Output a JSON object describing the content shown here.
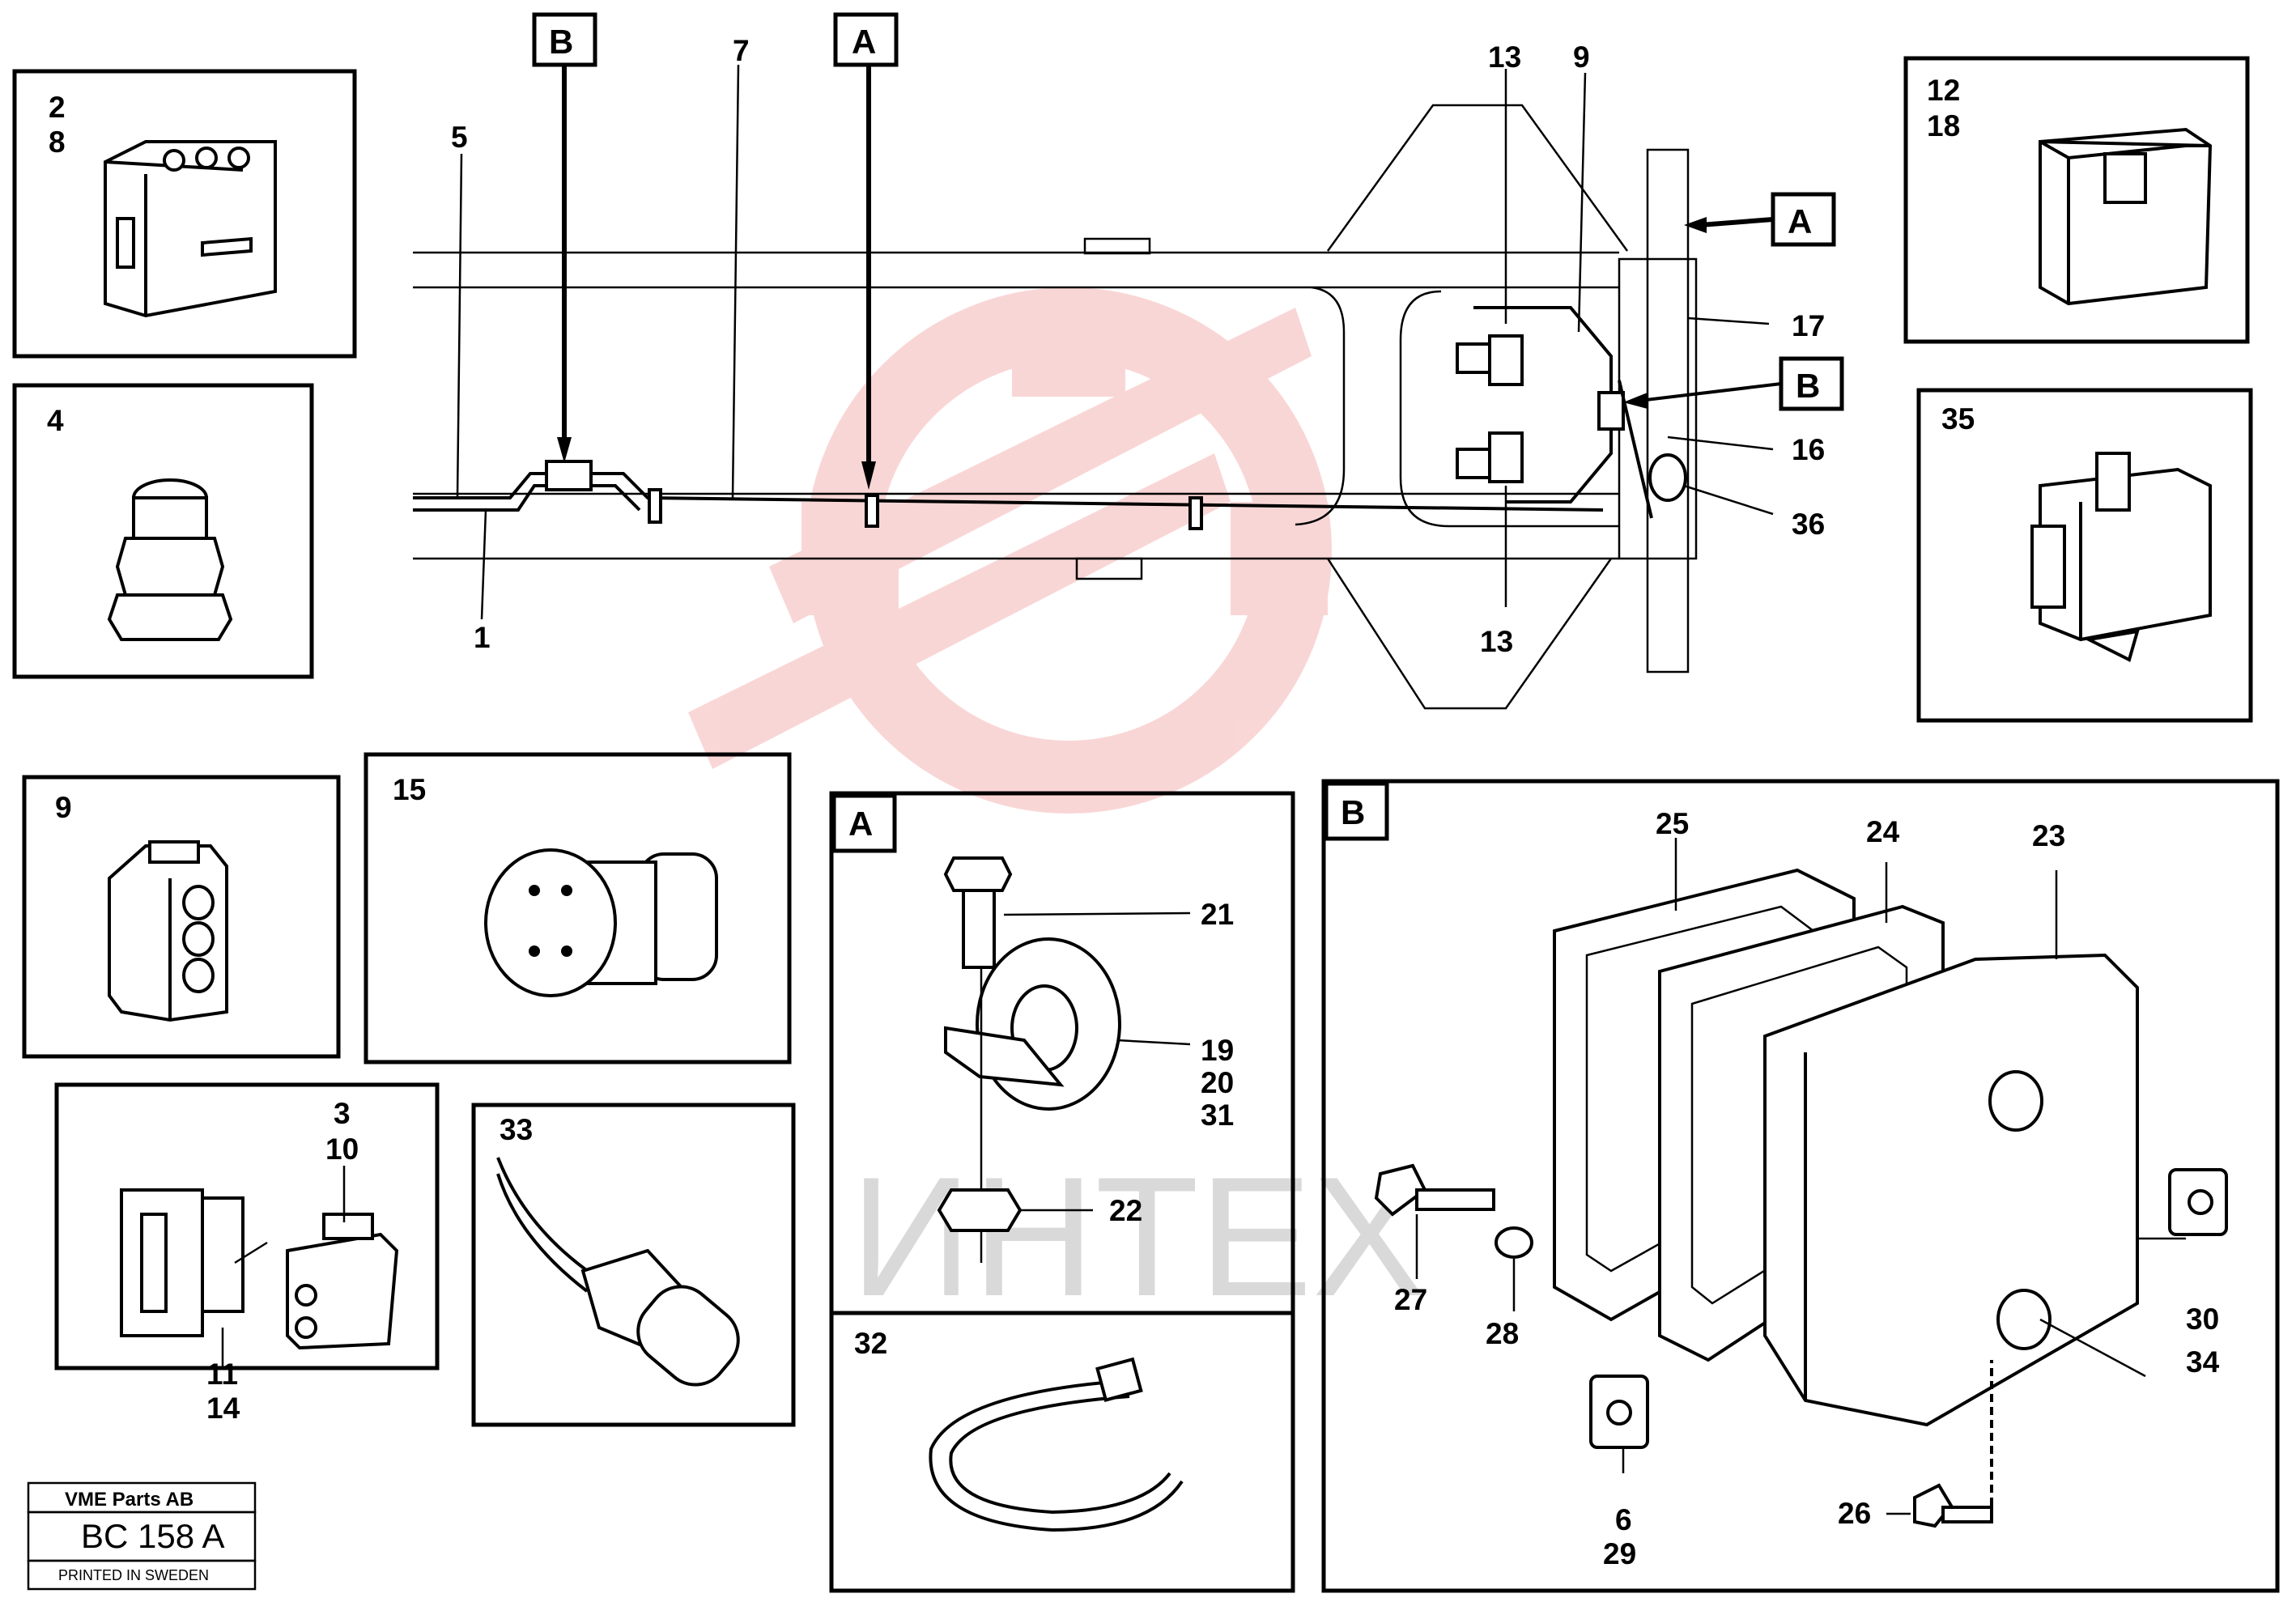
{
  "watermark": {
    "text": "ИНТЕХ",
    "color": "#f08c8c"
  },
  "callouts": {
    "c1": "1",
    "c5": "5",
    "c7": "7",
    "c13a": "13",
    "c13b": "13",
    "c9": "9",
    "c17": "17",
    "c16": "16",
    "c36": "36",
    "refA_top": "A",
    "refB_top": "B",
    "refA_right": "A",
    "refB_right": "B"
  },
  "panels": {
    "p2_8": {
      "l1": "2",
      "l2": "8"
    },
    "p4": {
      "l1": "4"
    },
    "p12_18": {
      "l1": "12",
      "l2": "18"
    },
    "p35": {
      "l1": "35"
    },
    "p9": {
      "l1": "9"
    },
    "p15": {
      "l1": "15"
    },
    "p3_10_11_14": {
      "a": "3",
      "b": "10",
      "c": "11",
      "d": "14"
    },
    "p33": {
      "l1": "33"
    },
    "pA": {
      "title": "A",
      "c21": "21",
      "c19": "19",
      "c20": "20",
      "c31": "31",
      "c22": "22"
    },
    "p32": {
      "l1": "32"
    },
    "pB": {
      "title": "B",
      "c25": "25",
      "c24": "24",
      "c23": "23",
      "c27": "27",
      "c28": "28",
      "c30": "30",
      "c34": "34",
      "c6": "6",
      "c29": "29",
      "c26": "26"
    }
  },
  "titleblock": {
    "company": "VME Parts AB",
    "code": "BC 158 A",
    "printed": "PRINTED IN SWEDEN"
  }
}
